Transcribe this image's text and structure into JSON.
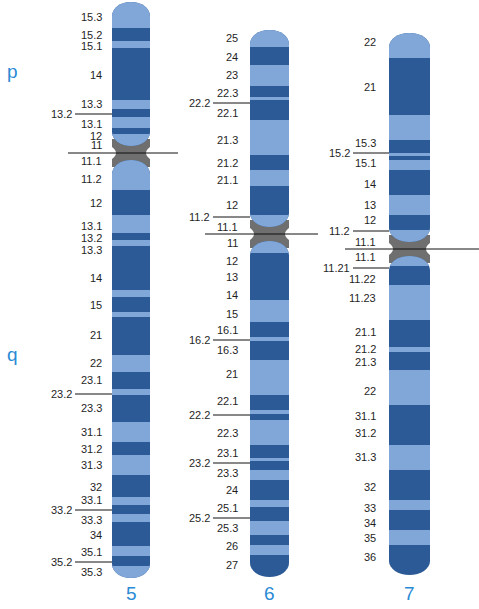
{
  "diagram": {
    "labels": [
      "p",
      "q",
      "15.3",
      "15.2",
      "15.1",
      "14",
      "13.3",
      "13.2",
      "13.1",
      "12",
      "11",
      "11.1",
      "11.2",
      "12",
      "13.1",
      "13.2",
      "13.3",
      "14",
      "15",
      "21",
      "22",
      "23.1",
      "23.2",
      "23.3",
      "31.1",
      "31.2",
      "31.3",
      "32",
      "33.1",
      "33.2",
      "33.3",
      "34",
      "35.1",
      "35.2",
      "35.3",
      "25",
      "24",
      "23",
      "22.3",
      "22.2",
      "22.1",
      "21.3",
      "21.2",
      "21.1",
      "12",
      "11.2",
      "11.1",
      "11",
      "12",
      "13",
      "14",
      "15",
      "16.1",
      "16.2",
      "16.3",
      "21",
      "22.1",
      "22.2",
      "22.3",
      "23.1",
      "23.2",
      "23.3",
      "24",
      "25.1",
      "25.2",
      "25.3",
      "26",
      "27",
      "22",
      "21",
      "15.3",
      "15.2",
      "15.1",
      "14",
      "13",
      "12",
      "11.2",
      "11.1",
      "11.1",
      "11.21",
      "11.22",
      "11.23",
      "21.1",
      "21.2",
      "21.3",
      "22",
      "31.1",
      "31.2",
      "31.3",
      "32",
      "33",
      "34",
      "35",
      "36",
      "5",
      "6",
      "7"
    ]
  }
}
